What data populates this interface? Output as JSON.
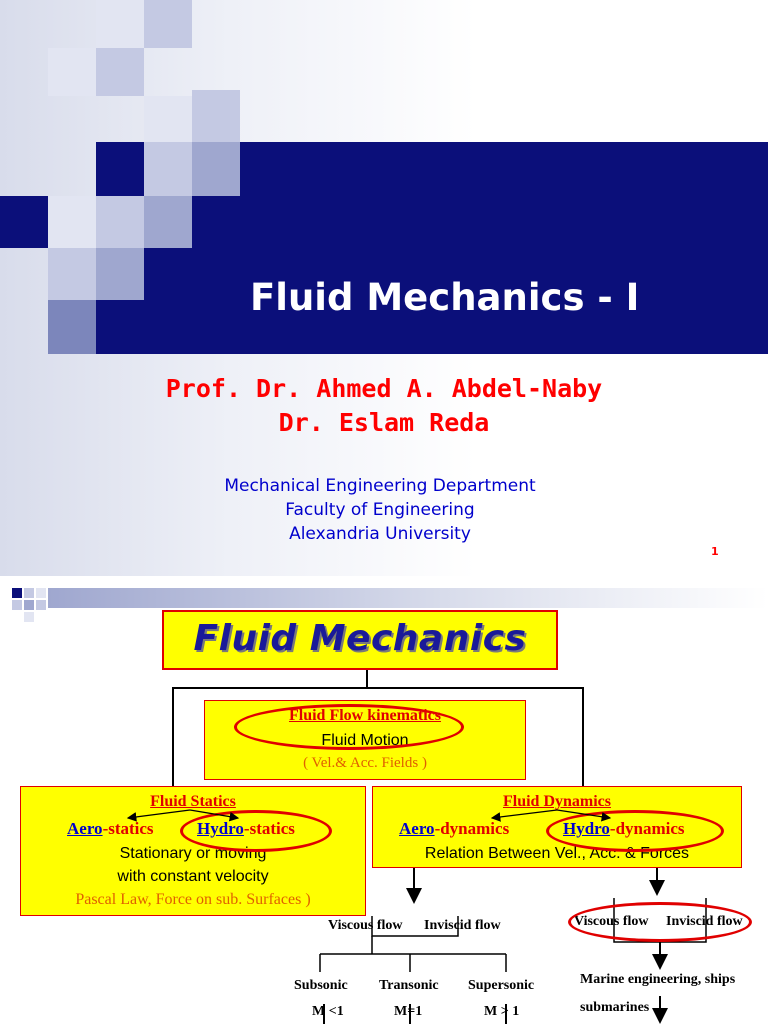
{
  "slide1": {
    "title": "Fluid Mechanics - I",
    "authors": [
      "Prof. Dr. Ahmed A. Abdel-Naby",
      "Dr. Eslam Reda"
    ],
    "department": "Mechanical Engineering Department",
    "faculty": "Faculty of Engineering",
    "university": "Alexandria University",
    "page_number": "1"
  },
  "slide2": {
    "title": "Fluid Mechanics",
    "kinematics": {
      "heading": "Fluid Flow kinematics",
      "line1": "Fluid Motion",
      "line2": "( Vel.& Acc. Fields )"
    },
    "statics": {
      "heading": "Fluid Statics",
      "aero_prefix": "Aero",
      "aero_suffix": "-statics",
      "hydro_prefix": "Hydro",
      "hydro_suffix": "-statics",
      "line1": "Stationary or moving",
      "line2": "with constant velocity",
      "line3": "Pascal Law, Force on sub. Surfaces )"
    },
    "dynamics": {
      "heading": "Fluid Dynamics",
      "aero_prefix": "Aero",
      "aero_suffix": "-dynamics",
      "hydro_prefix": "Hydro",
      "hydro_suffix": "-dynamics",
      "line1": "Relation Between Vel., Acc. & Forces"
    },
    "left_branch": {
      "viscous": "Viscous flow",
      "inviscid": "Inviscid  flow",
      "subsonic": "Subsonic",
      "transonic": "Transonic",
      "supersonic": "Supersonic",
      "m_sub": "M <1",
      "m_trans": "M=1",
      "m_super": "M > 1"
    },
    "right_branch": {
      "viscous": "Viscous flow",
      "inviscid": "Inviscid  flow",
      "app1": "Marine engineering, ships",
      "app2": "submarines"
    }
  }
}
